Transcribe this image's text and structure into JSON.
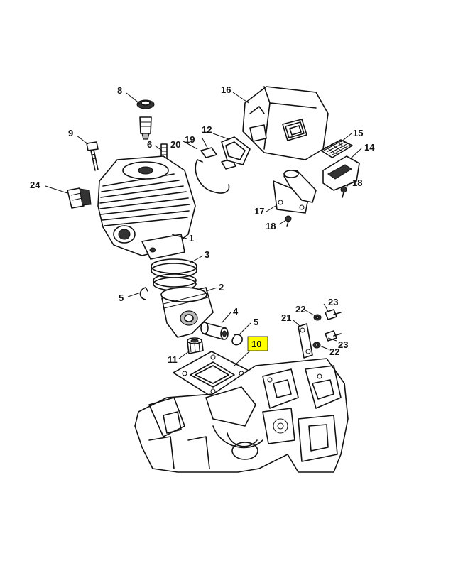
{
  "labels": {
    "p1": "1",
    "p2": "2",
    "p3": "3",
    "p4": "4",
    "p5a": "5",
    "p5b": "5",
    "p6": "6",
    "p8": "8",
    "p9": "9",
    "p10": "10",
    "p11": "11",
    "p12": "12",
    "p14": "14",
    "p15": "15",
    "p16": "16",
    "p17": "17",
    "p18a": "18",
    "p18b": "18",
    "p19": "19",
    "p20": "20",
    "p21": "21",
    "p22a": "22",
    "p22b": "22",
    "p23a": "23",
    "p23b": "23",
    "p24": "24"
  },
  "highlight": {
    "part": "10",
    "color": "#ffff00"
  }
}
